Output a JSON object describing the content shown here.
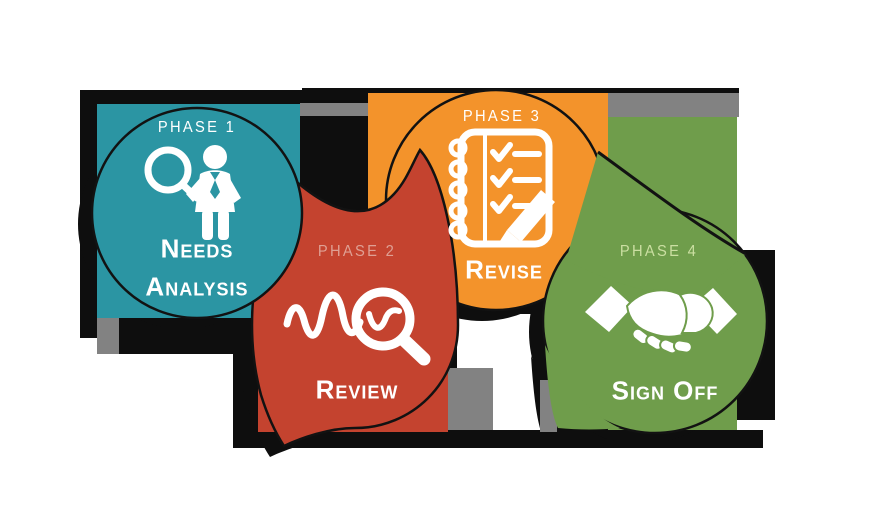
{
  "phases": [
    {
      "phase_label": "PHASE 1",
      "title": "Needs Analysis",
      "title_lines": [
        "Needs",
        "Analysis"
      ],
      "color": "#2B95A3",
      "label_color": "#FFFFFF",
      "icon": "person-magnifier-icon"
    },
    {
      "phase_label": "PHASE 2",
      "title": "Review",
      "title_lines": [
        "Review"
      ],
      "color": "#C4432F",
      "label_color": "#DFA094",
      "icon": "waveform-magnifier-icon"
    },
    {
      "phase_label": "PHASE 3",
      "title": "Revise",
      "title_lines": [
        "Revise"
      ],
      "color": "#F3932B",
      "label_color": "#FFFFFF",
      "icon": "notebook-checklist-icon"
    },
    {
      "phase_label": "PHASE 4",
      "title": "Sign Off",
      "title_lines": [
        "Sign Off"
      ],
      "color": "#6F9D4B",
      "label_color": "#CBDFA2",
      "icon": "handshake-icon"
    }
  ],
  "accents": {
    "background": "#FFFFFF",
    "shadow_color": "#0E0E0E",
    "gray_color": "#828282",
    "icon_color": "#FFFFFF",
    "outline_color": "#121212"
  }
}
